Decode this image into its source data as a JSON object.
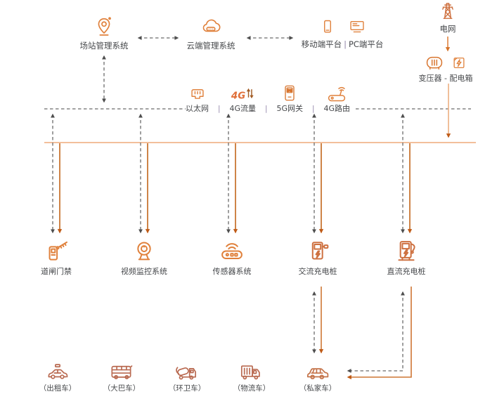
{
  "palette": {
    "icon_orange": "#E0813C",
    "icon_brown": "#B96A51",
    "backbone_power_line": "#F3BF9B",
    "drop_line_orange": "#C2661A",
    "dashed_line_gray": "#6B6B6B",
    "label_color": "#45474A"
  },
  "top": {
    "station": {
      "label": "场站管理系统",
      "icon": "map-pin-icon"
    },
    "cloud": {
      "label": "云端管理系统",
      "icon": "cloud-icon"
    },
    "platforms": {
      "mobile_label": "移动端平台",
      "separator": "|",
      "pc_label": "PC端平台",
      "icons": [
        "smartphone-icon",
        "monitor-icon"
      ]
    },
    "grid": {
      "label": "电网",
      "icon": "power-tower-icon"
    },
    "transformer": {
      "label": "变压器 - 配电箱",
      "icons": [
        "transformer-icon",
        "distribution-box-icon"
      ]
    }
  },
  "network": {
    "separator": "|",
    "items": [
      {
        "label": "以太网",
        "icon": "ethernet-port-icon"
      },
      {
        "label": "4G流量",
        "icon": "4g-traffic-icon",
        "icon_text": "4G"
      },
      {
        "label": "5G网关",
        "icon": "5g-gateway-icon",
        "icon_text": "5G"
      },
      {
        "label": "4G路由",
        "icon": "4g-router-icon"
      }
    ]
  },
  "devices": [
    {
      "label": "道闸门禁",
      "icon": "gate-access-icon"
    },
    {
      "label": "视频监控系统",
      "icon": "surveillance-camera-icon"
    },
    {
      "label": "传感器系统",
      "icon": "sensor-icon"
    },
    {
      "label": "交流充电桩",
      "icon": "ac-charging-pile-icon"
    },
    {
      "label": "直流充电桩",
      "icon": "dc-charging-pile-icon"
    }
  ],
  "vehicles": [
    {
      "label": "（出租车）",
      "icon": "taxi-icon"
    },
    {
      "label": "（大巴车）",
      "icon": "bus-icon"
    },
    {
      "label": "（环卫车）",
      "icon": "sanitation-truck-icon"
    },
    {
      "label": "（物流车）",
      "icon": "logistics-truck-icon"
    },
    {
      "label": "（私家车）",
      "icon": "private-car-icon"
    }
  ]
}
